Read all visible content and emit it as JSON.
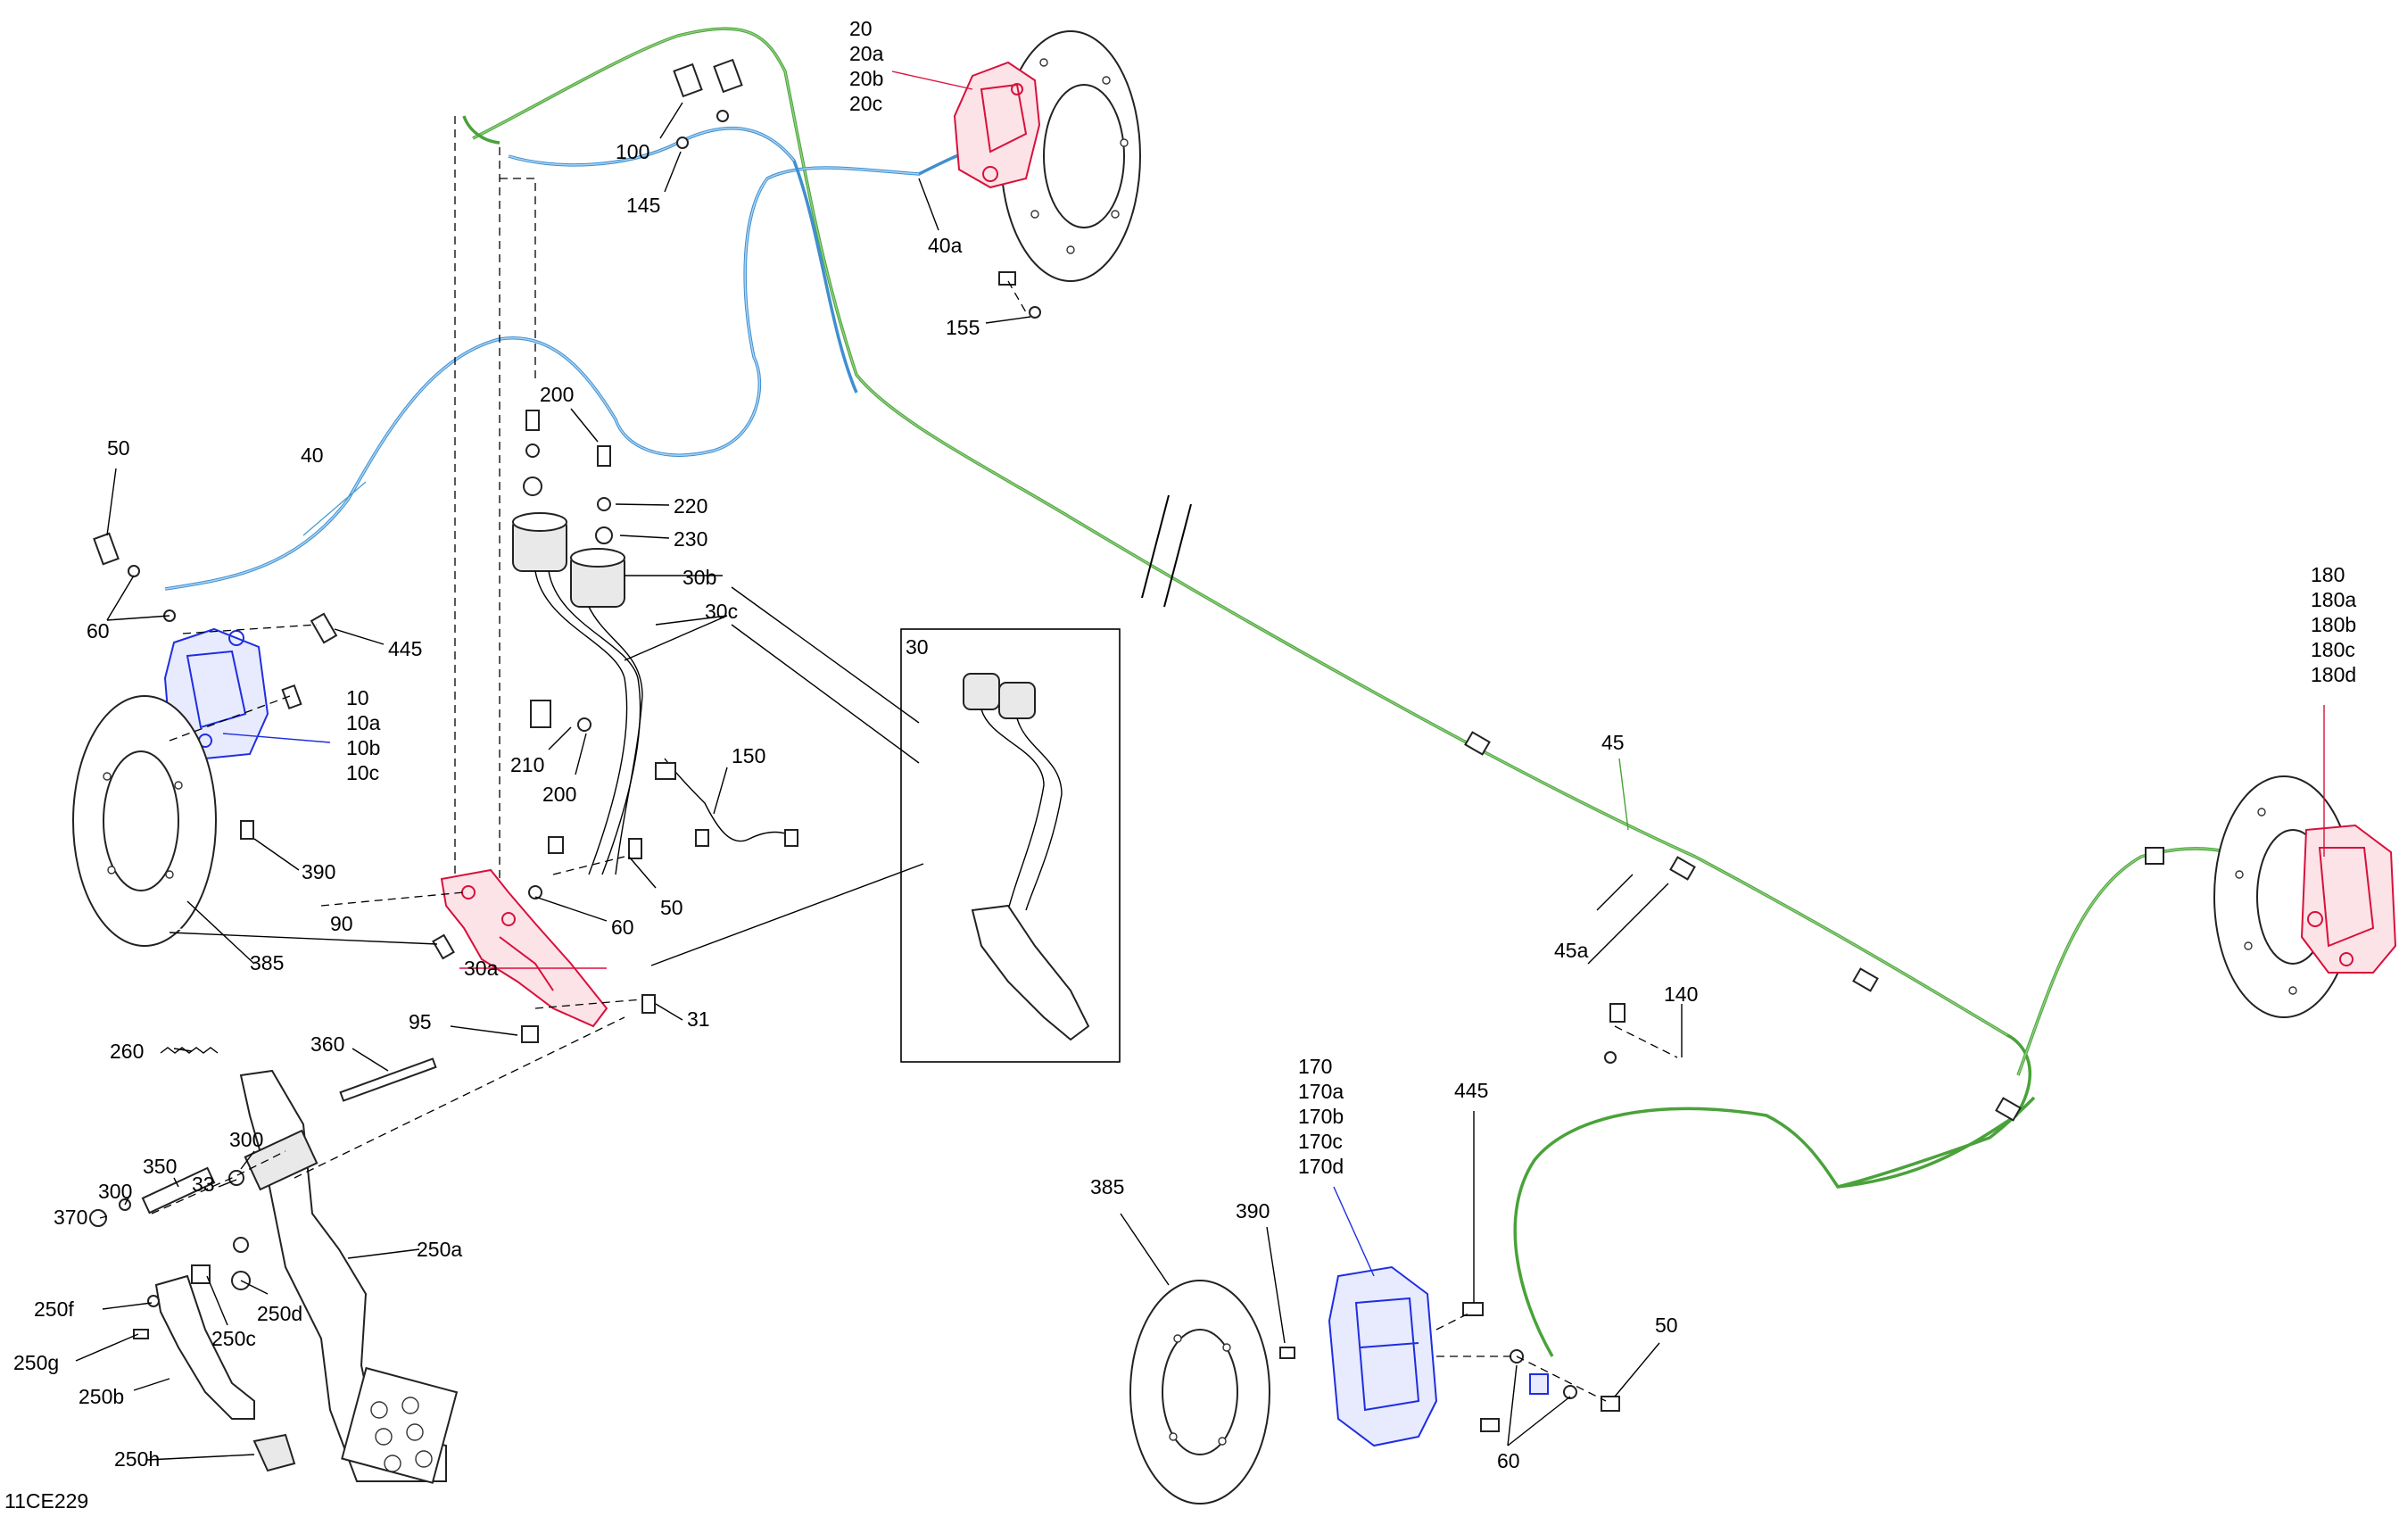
{
  "figure_code": "11CE229",
  "callouts": {
    "c20": "20",
    "c20a": "20a",
    "c20b": "20b",
    "c20c": "20c",
    "c100": "100",
    "c145": "145",
    "c40a": "40a",
    "c155": "155",
    "c200_top": "200",
    "c200_mid": "200",
    "c220": "220",
    "c230": "230",
    "c30b": "30b",
    "c30c": "30c",
    "c30": "30",
    "c50_top": "50",
    "c40": "40",
    "c60_top": "60",
    "c445_left": "445",
    "c10": "10",
    "c10a": "10a",
    "c10b": "10b",
    "c10c": "10c",
    "c210": "210",
    "c150": "150",
    "c390_left": "390",
    "c60_mid": "60",
    "c50_mid": "50",
    "c90": "90",
    "c30a": "30a",
    "c385_left": "385",
    "c95": "95",
    "c31": "31",
    "c360": "360",
    "c260": "260",
    "c300_a": "300",
    "c300_b": "300",
    "c350": "350",
    "c370": "370",
    "c33": "33",
    "c250a": "250a",
    "c250f": "250f",
    "c250d": "250d",
    "c250c": "250c",
    "c250g": "250g",
    "c250b": "250b",
    "c250h": "250h",
    "c45": "45",
    "c45a": "45a",
    "c140": "140",
    "c180": "180",
    "c180a": "180a",
    "c180b": "180b",
    "c180c": "180c",
    "c180d": "180d",
    "c170": "170",
    "c170a": "170a",
    "c170b": "170b",
    "c170c": "170c",
    "c170d": "170d",
    "c445_right": "445",
    "c385_right": "385",
    "c390_right": "390",
    "c50_right": "50",
    "c60_right": "60"
  },
  "colors": {
    "front_right_caliper": "#d8103a",
    "front_left_caliper": "#1e2ee0",
    "rear_line": "#4aa23a",
    "front_line": "#3f8fd0",
    "master_cylinder": "#d8103a",
    "rear_left_caliper": "#1e2ee0",
    "rear_right_caliper": "#d8103a"
  }
}
